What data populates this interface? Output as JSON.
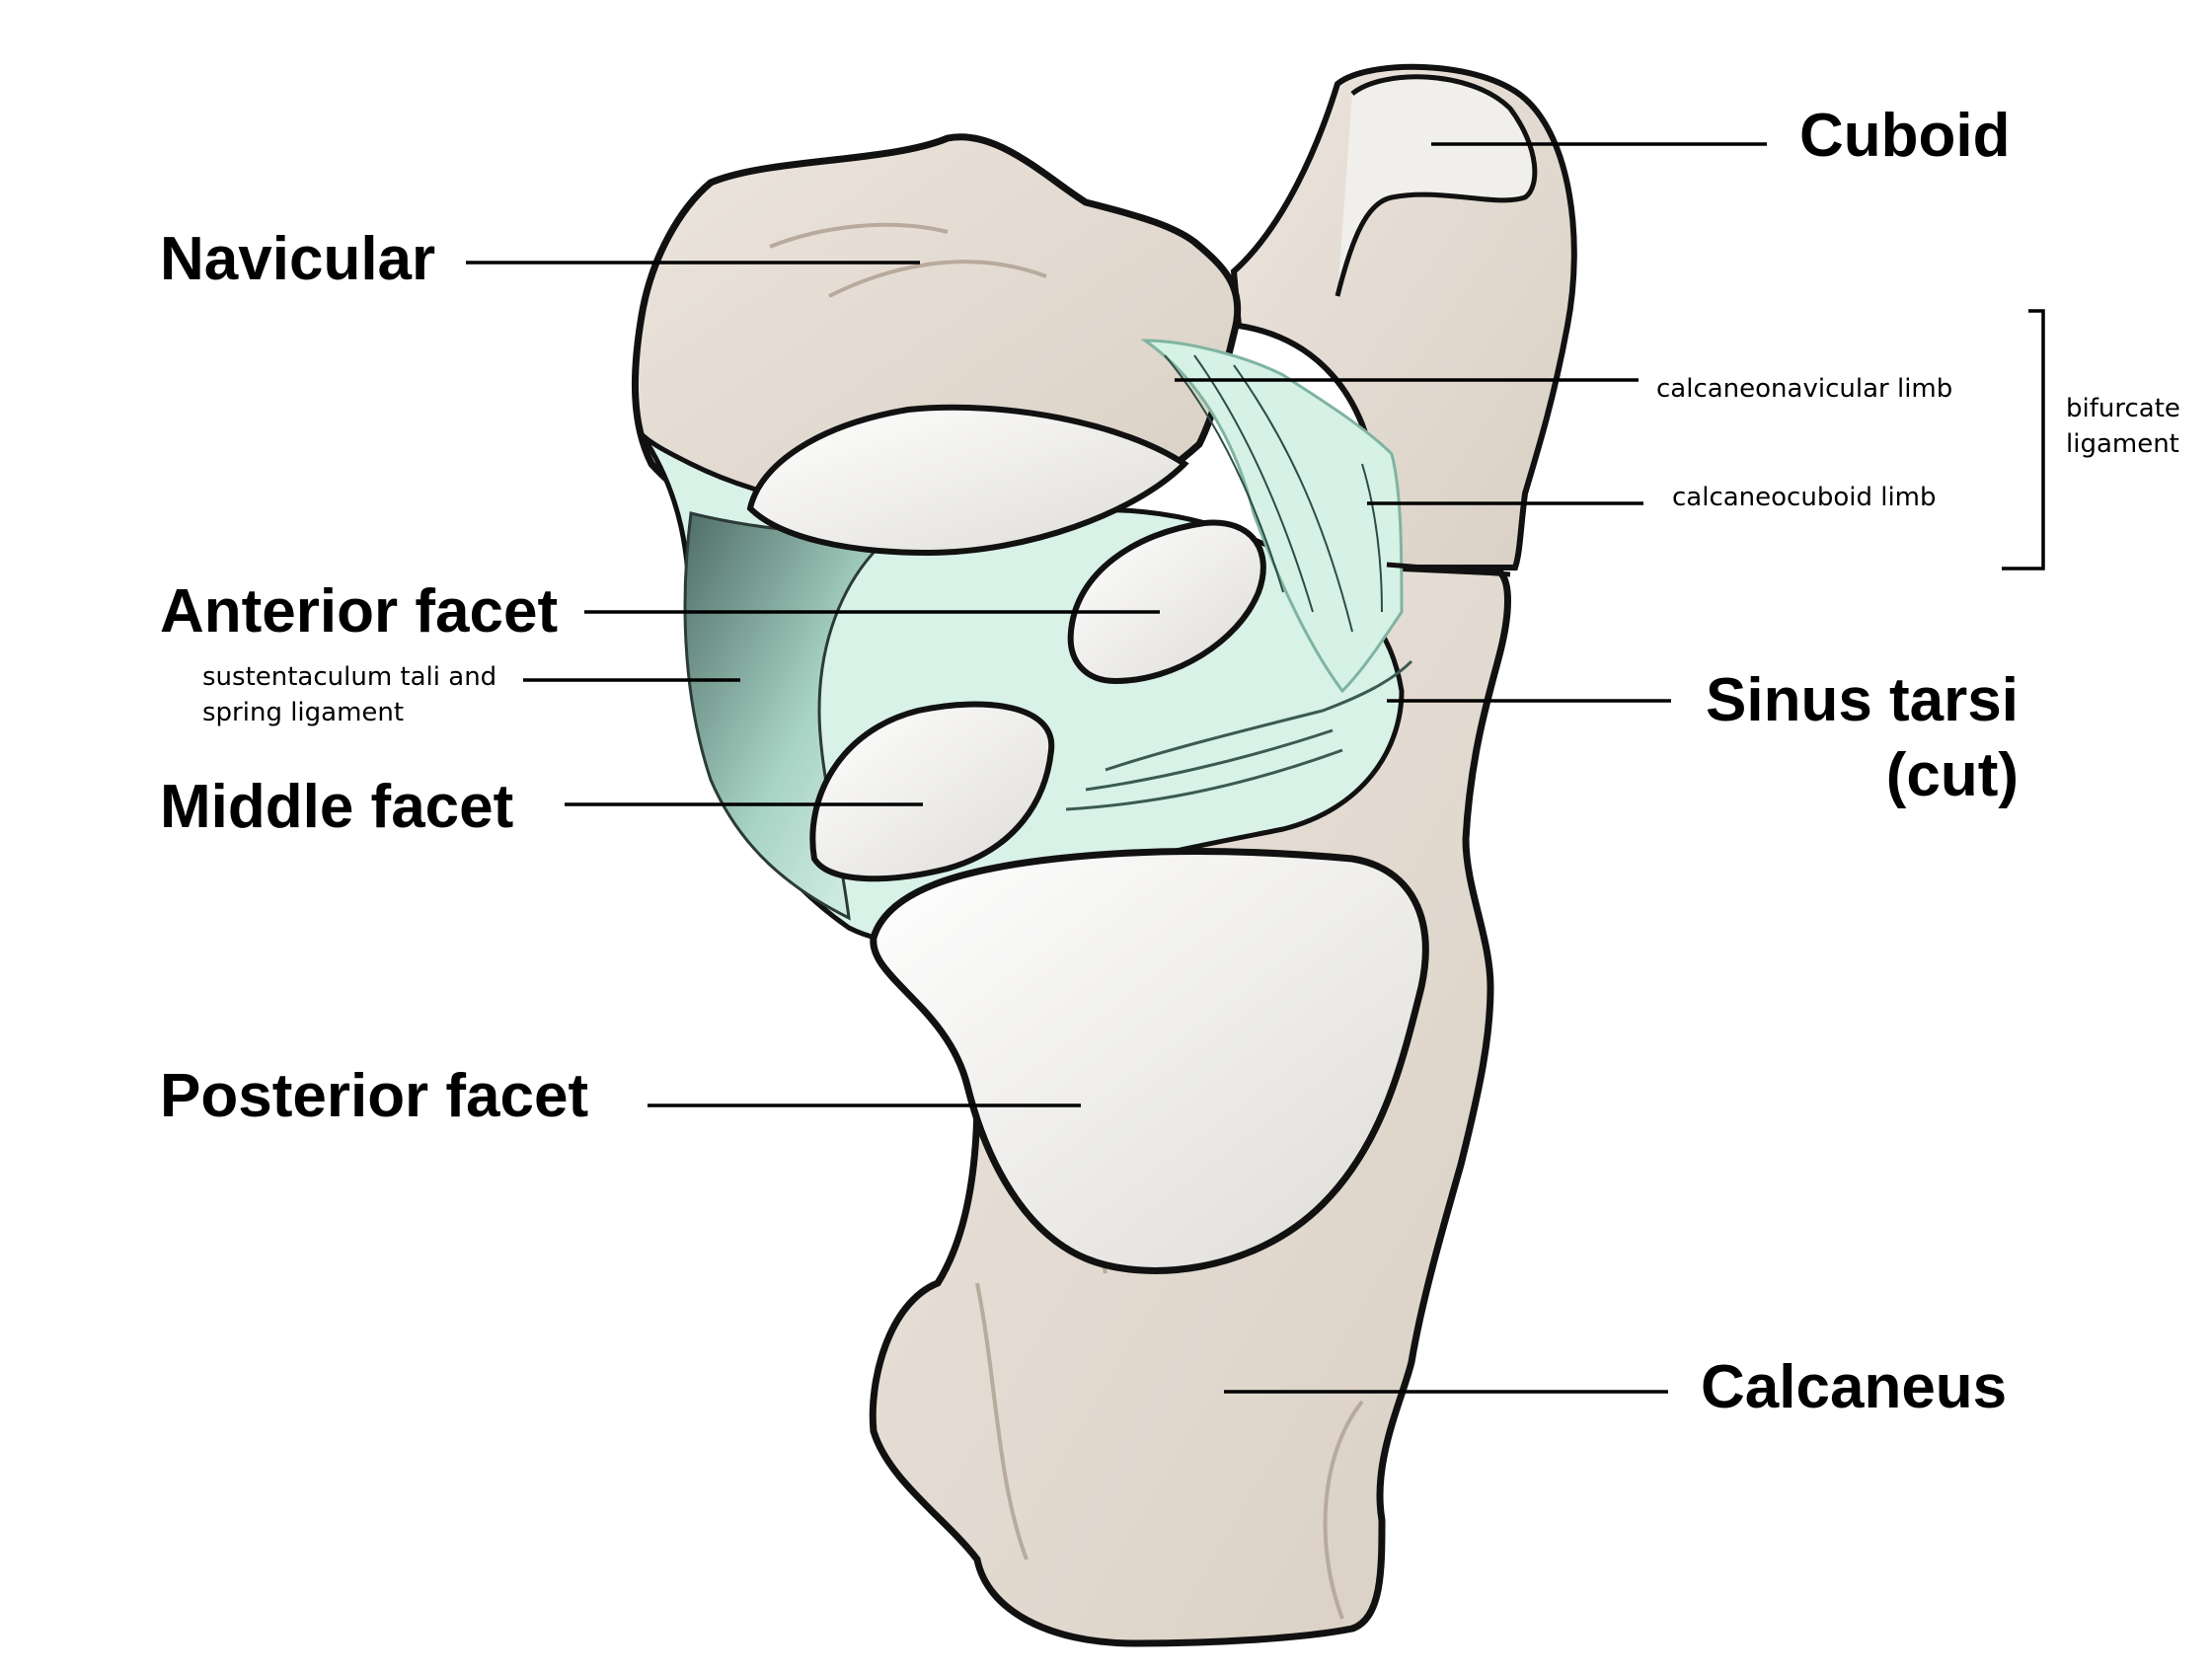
{
  "labels": {
    "cuboid": "Cuboid",
    "navicular": "Navicular",
    "calcaneonavicular_limb": "calcaneonavicular limb",
    "calcaneocuboid_limb": "calcaneocuboid limb",
    "bifurcate_ligament_1": "bifurcate",
    "bifurcate_ligament_2": "ligament",
    "anterior_facet": "Anterior facet",
    "sustentaculum_1": "sustentaculum tali and",
    "sustentaculum_2": "spring ligament",
    "sinus_tarsi_1": "Sinus tarsi",
    "sinus_tarsi_2": "(cut)",
    "middle_facet": "Middle facet",
    "posterior_facet": "Posterior facet",
    "calcaneus": "Calcaneus"
  },
  "colors": {
    "bone": "#e4dbd2",
    "bone_shadow": "#c9bdb1",
    "cartilage": "#f1f1ee",
    "ligament": "#d7f1e6",
    "ligament_dark": "#5c7b74",
    "outline": "#111111"
  }
}
